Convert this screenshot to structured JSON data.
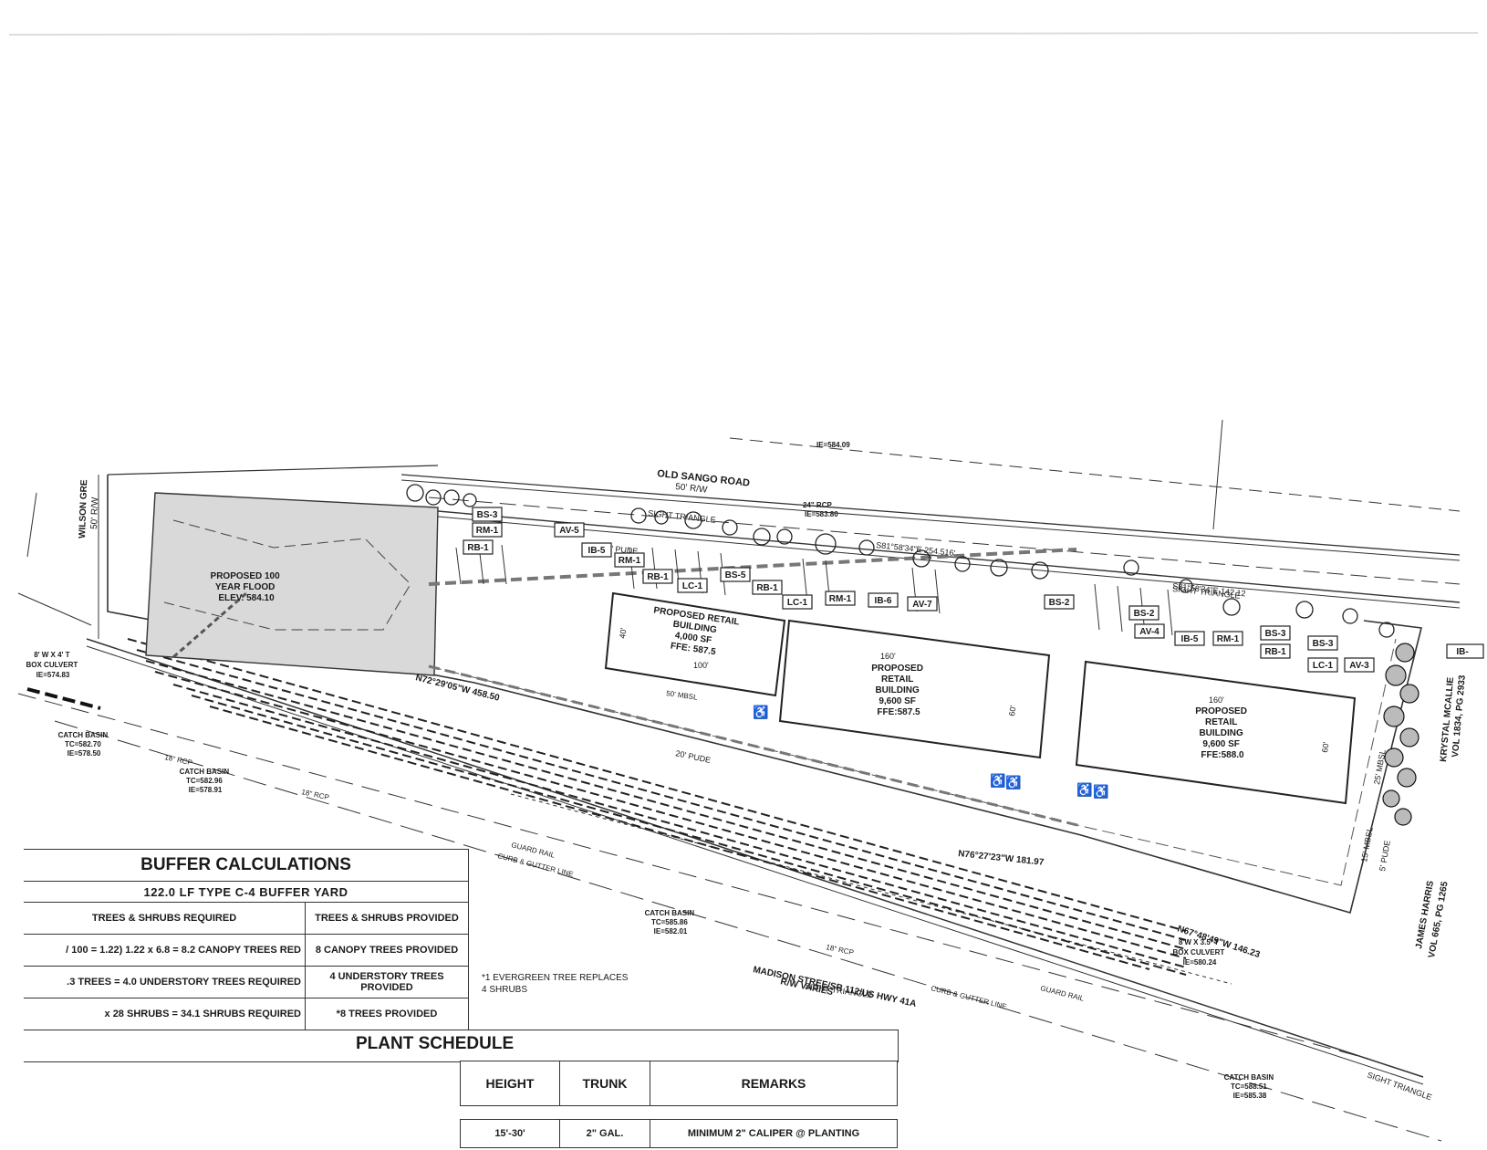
{
  "plan": {
    "road_north": "OLD SANGO ROAD",
    "road_north_rw": "50' R/W",
    "road_west": "WILSON GRE",
    "road_west_rw": "50' R/W",
    "road_south": "MADISON STREE/SR 112/US HWY 41A",
    "road_south_rw": "R/W VARIES",
    "flood": [
      "PROPOSED 100",
      "YEAR FLOOD",
      "ELEV. 584.10"
    ],
    "buildings": [
      {
        "lines": [
          "PROPOSED RETAIL",
          "BUILDING",
          "4,000 SF",
          "FFE: 587.5"
        ],
        "dims": [
          "40'",
          "100'"
        ]
      },
      {
        "lines": [
          "PROPOSED",
          "RETAIL",
          "BUILDING",
          "9,600 SF",
          "FFE:587.5"
        ],
        "dims": [
          "160'",
          "60'"
        ]
      },
      {
        "lines": [
          "PROPOSED",
          "RETAIL",
          "BUILDING",
          "9,600 SF",
          "FFE:588.0"
        ],
        "dims": [
          "160'",
          "60'"
        ]
      }
    ],
    "bearings": [
      "N72°29'05\"W  458.50",
      "N76°27'23\"W  181.97",
      "N67°48'49\"W  146.23",
      "S81°58'34\"E  254.516'",
      "S81°58'34\"E  142.12"
    ],
    "utilities": [
      {
        "lines": [
          "CATCH BASIN",
          "TC=582.70",
          "IE=578.50"
        ]
      },
      {
        "lines": [
          "CATCH BASIN",
          "TC=582.96",
          "IE=578.91"
        ]
      },
      {
        "lines": [
          "CATCH BASIN",
          "TC=585.86",
          "IE=582.01"
        ]
      },
      {
        "lines": [
          "CATCH BASIN",
          "TC=588.51",
          "IE=585.38"
        ]
      },
      {
        "lines": [
          "8' W X 4' T",
          "BOX CULVERT",
          "IE=574.83"
        ]
      },
      {
        "lines": [
          "8'W X 3.5' T",
          "BOX CULVERT",
          "IE=580.24"
        ]
      },
      {
        "lines": [
          "24\" RCP",
          "IE=583.80"
        ]
      },
      {
        "lines": [
          "IE=584.09"
        ]
      }
    ],
    "misc": {
      "sight_triangle": "SIGHT TRIANGLE",
      "pude": "20' PUDE",
      "mbsl": "50' MBSL",
      "guard_rail": "GUARD RAIL",
      "curb": "CURB & GUTTER LINE",
      "rcp18": "18\" RCP",
      "fifteen_mbsl": "15' MBSL",
      "five_pude": "5' PUDE",
      "twentyfive_mbsl": "25' MBSL"
    },
    "owner_east": [
      "KRYSTAL MCALLIE",
      "VOL 1834, PG 2933"
    ],
    "owner_south": [
      "JAMES HARRIS",
      "VOL 665, PG 1265"
    ],
    "plant_labels": [
      "BS-3",
      "RM-1",
      "RB-1",
      "AV-5",
      "IB-5",
      "RM-1",
      "RB-1",
      "LC-1",
      "BS-5",
      "RB-1",
      "LC-1",
      "RM-1",
      "IB-6",
      "AV-7",
      "BS-2",
      "BS-2",
      "AV-4",
      "IB-5",
      "RM-1",
      "BS-3",
      "RB-1",
      "BS-3",
      "LC-1",
      "AV-3",
      "IB-"
    ]
  },
  "buffer": {
    "title": "BUFFER CALCULATIONS",
    "subtitle": "122.0 LF TYPE C-4 BUFFER YARD",
    "col_required": "TREES & SHRUBS REQUIRED",
    "col_provided": "TREES & SHRUBS PROVIDED",
    "rows": [
      {
        "required": "/ 100 = 1.22) 1.22 x 6.8 = 8.2 CANOPY TREES RED",
        "provided": "8 CANOPY TREES PROVIDED"
      },
      {
        "required": ".3 TREES = 4.0 UNDERSTORY TREES REQUIRED",
        "provided": "4 UNDERSTORY TREES PROVIDED"
      },
      {
        "required": "x 28 SHRUBS = 34.1 SHRUBS REQUIRED",
        "provided": "*8 TREES PROVIDED"
      }
    ],
    "note": [
      "*1 EVERGREEN TREE REPLACES",
      "4 SHRUBS"
    ]
  },
  "plant_schedule": {
    "title": "PLANT SCHEDULE",
    "headers": [
      "HEIGHT",
      "TRUNK",
      "REMARKS"
    ],
    "row": [
      "15'-30'",
      "2\" GAL.",
      "MINIMUM 2\" CALIPER @ PLANTING"
    ]
  }
}
